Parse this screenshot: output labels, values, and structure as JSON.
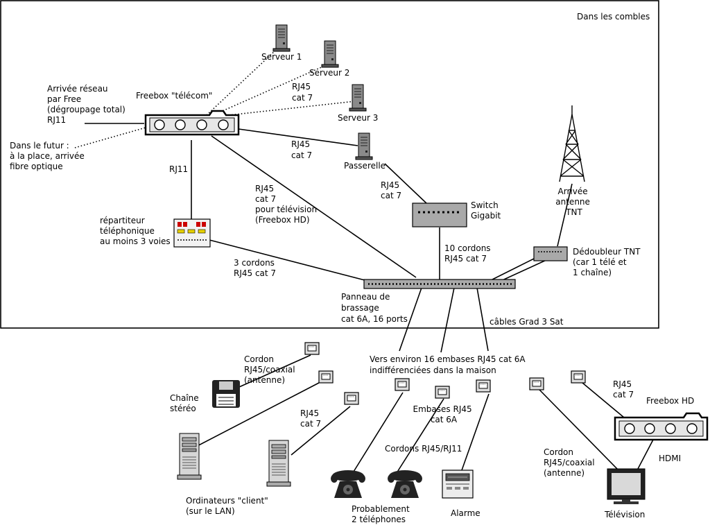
{
  "attic_label": "Dans les combles",
  "network_arrival": [
    "Arrivée réseau",
    " par Free",
    "(dégroupage total)",
    "RJ11"
  ],
  "future_note": [
    "Dans le futur :",
    "à la place, arrivée",
    "fibre optique"
  ],
  "freebox_telecom": "Freebox \"télécom\"",
  "servers": [
    "Serveur 1",
    "Serveur 2",
    "Serveur 3"
  ],
  "gateway": "Passerelle",
  "servers_link": [
    "RJ45",
    "cat 7"
  ],
  "gateway_link": [
    "RJ45",
    "cat 7"
  ],
  "phone_link": "RJ11",
  "tv_link": [
    "RJ45",
    "cat 7",
    "pour télévision",
    "(Freebox HD)"
  ],
  "switch_link": [
    "RJ45",
    "cat 7"
  ],
  "switch": [
    "Switch",
    "Gigabit"
  ],
  "splitter": [
    "répartiteur",
    "téléphonique",
    "au moins 3 voies"
  ],
  "splitter_cords": [
    "3 cordons",
    "RJ45 cat 7"
  ],
  "switch_cords": [
    "10 cordons",
    "RJ45 cat 7"
  ],
  "antenna": [
    "Arrivée",
    "antenne",
    "TNT"
  ],
  "tnt_splitter": [
    "Dédoubleur TNT",
    "(car 1 télé et",
    " 1 chaîne)"
  ],
  "patch_panel": [
    "Panneau de",
    "brassage",
    "cat 6A, 16 ports"
  ],
  "grad_cables": "câbles Grad 3 Sat",
  "wall_sockets": [
    "Vers environ 16 embases RJ45 cat 6A",
    "indifférenciées dans la maison"
  ],
  "cord_coax_left": [
    "Cordon",
    "RJ45/coaxial",
    "(antenne)"
  ],
  "stereo": [
    "Chaîne",
    "stéréo"
  ],
  "client_link": [
    "RJ45",
    "cat 7"
  ],
  "clients": [
    "Ordinateurs \"client\"",
    "(sur le LAN)"
  ],
  "sockets_cat6a": [
    "Embases RJ45",
    "cat 6A"
  ],
  "cords_rj45_rj11": "Cordons RJ45/RJ11",
  "phones": [
    "Probablement",
    "2 téléphones"
  ],
  "alarm": "Alarme",
  "cord_coax_right": [
    "Cordon",
    "RJ45/coaxial",
    "(antenne)"
  ],
  "fbhd_link": [
    "RJ45",
    "cat 7"
  ],
  "freebox_hd": "Freebox HD",
  "hdmi": "HDMI",
  "television": "Télévision",
  "icons": [
    "server-icon",
    "router-icon",
    "switch-icon",
    "phone-splitter-icon",
    "antenna-icon",
    "tnt-splitter-icon",
    "patch-panel-icon",
    "wall-socket-icon",
    "floppy-icon",
    "computer-tower-icon",
    "telephone-icon",
    "alarm-icon",
    "television-icon"
  ]
}
